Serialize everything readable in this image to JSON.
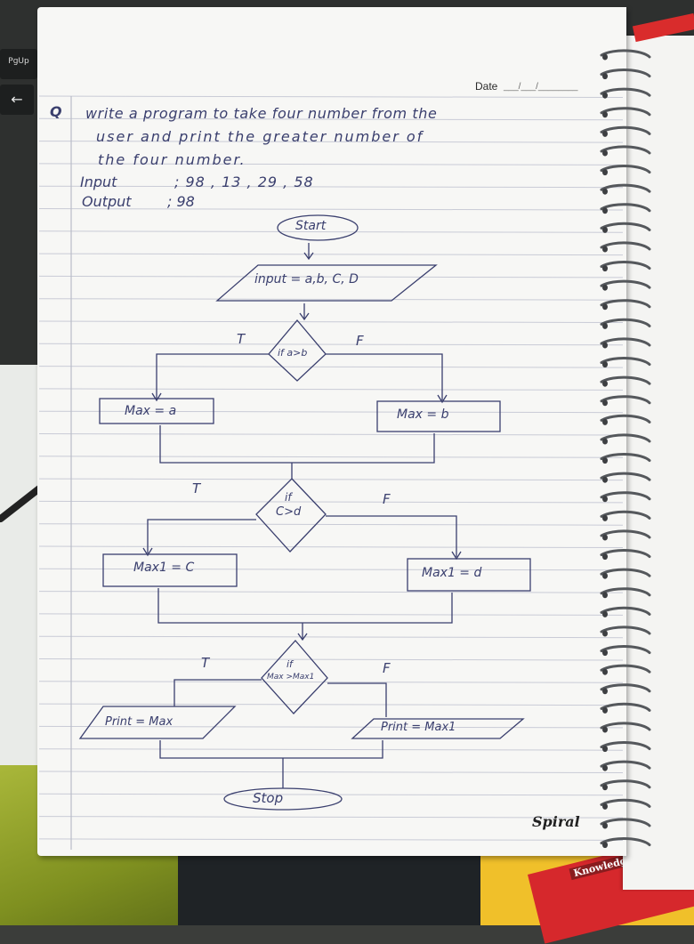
{
  "keyboard": {
    "pgup_label": "PgUp",
    "arrow_glyph": "←"
  },
  "notebook": {
    "date_label": "Date",
    "date_slashes": "___/___/________",
    "brand": "Spiral",
    "book_label": "Knowledg"
  },
  "question": {
    "marker": "Q",
    "lines": [
      "write a program to take four number from the",
      "user and print the greater number of",
      "the four number."
    ],
    "input_label": "Input",
    "input_value": "; 98 , 13 , 29 , 58",
    "output_label": "Output",
    "output_value": "; 98"
  },
  "flowchart": {
    "start": "Start",
    "input": "input = a,b, C, D",
    "decision1": "if a>b",
    "d1_true": "T",
    "d1_false": "F",
    "max_a": "Max = a",
    "max_b": "Max = b",
    "decision2_line1": "if",
    "decision2_line2": "C>d",
    "d2_true": "T",
    "d2_false": "F",
    "max1_c": "Max1 = C",
    "max1_d": "Max1 = d",
    "decision3_line1": "if",
    "decision3_line2": "Max >Max1",
    "d3_true": "T",
    "d3_false": "F",
    "print_max": "Print = Max",
    "print_max1": "Print = Max1",
    "stop": "Stop"
  },
  "colors": {
    "ink": "#3a3f6e",
    "paper": "#f7f7f5",
    "rule": "#c9cbd6",
    "margin": "#b9bcc8"
  }
}
